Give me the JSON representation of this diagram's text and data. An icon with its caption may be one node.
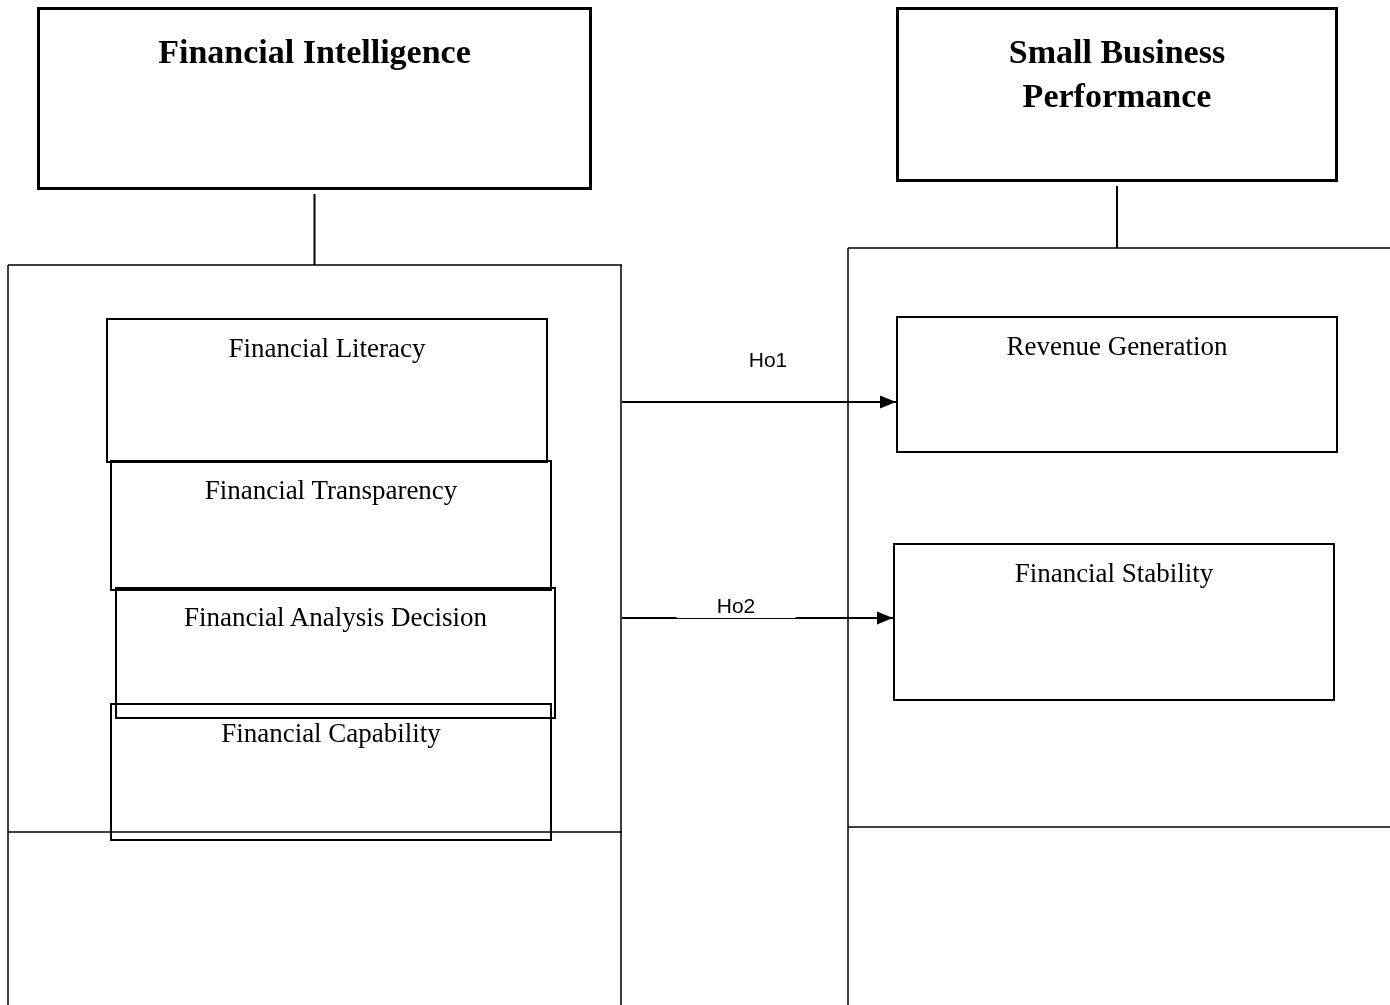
{
  "diagram": {
    "nodes": [
      {
        "text": [
          "Financial Intelligence"
        ]
      },
      {
        "text": [],
        "shape": "box"
      },
      {
        "text": [
          "Financial Literacy"
        ],
        "in": 1
      },
      {
        "text": [
          "Financial Transparency"
        ],
        "in": 1
      },
      {
        "text": [
          "Financial Analysis Decision"
        ],
        "in": 1
      },
      {
        "text": [
          "Financial Capability"
        ],
        "in": 1
      },
      {
        "text": [
          "Small Business Performance"
        ]
      },
      {
        "text": [],
        "shape": "box"
      },
      {
        "text": [
          "Revenue Generation"
        ],
        "in": 7
      },
      {
        "text": [
          "Financial Stability"
        ],
        "in": 7
      }
    ],
    "edges": [
      {
        "from": 0,
        "to": 1,
        "arrow": "none"
      },
      {
        "from": 6,
        "to": 7,
        "arrow": "none"
      },
      {
        "from": 1,
        "to": 8,
        "arrow": "to",
        "label": "Ho1"
      },
      {
        "from": 1,
        "to": 9,
        "arrow": "to",
        "label": "Ho2"
      }
    ]
  }
}
